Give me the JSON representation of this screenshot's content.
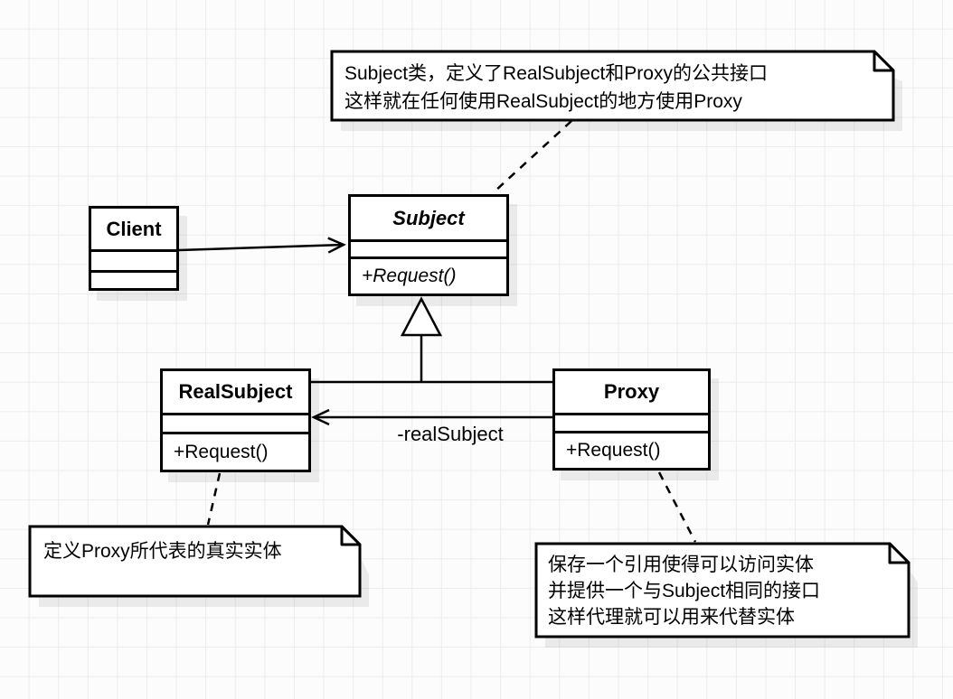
{
  "diagram_title": "Proxy Pattern UML class diagram",
  "classes": {
    "client": {
      "name": "Client",
      "methods": []
    },
    "subject": {
      "name": "Subject",
      "abstract": true,
      "methods": [
        "+Request()"
      ]
    },
    "realsubject": {
      "name": "RealSubject",
      "methods": [
        "+Request()"
      ]
    },
    "proxy": {
      "name": "Proxy",
      "methods": [
        "+Request()"
      ]
    }
  },
  "edges": {
    "association_label": "-realSubject"
  },
  "notes": {
    "subject_note": {
      "lines": [
        "Subject类，定义了RealSubject和Proxy的公共接口",
        "这样就在任何使用RealSubject的地方使用Proxy"
      ]
    },
    "realsubject_note": {
      "lines": [
        "定义Proxy所代表的真实实体"
      ]
    },
    "proxy_note": {
      "lines": [
        "保存一个引用使得可以访问实体",
        "并提供一个与Subject相同的接口",
        "这样代理就可以用来代替实体"
      ]
    }
  },
  "colors": {
    "stroke": "#000000",
    "shape_fill": "#ffffff",
    "grid_line": "#ececec",
    "background": "#fcfcfc",
    "shadow": "rgba(0,0,0,0.07)"
  }
}
